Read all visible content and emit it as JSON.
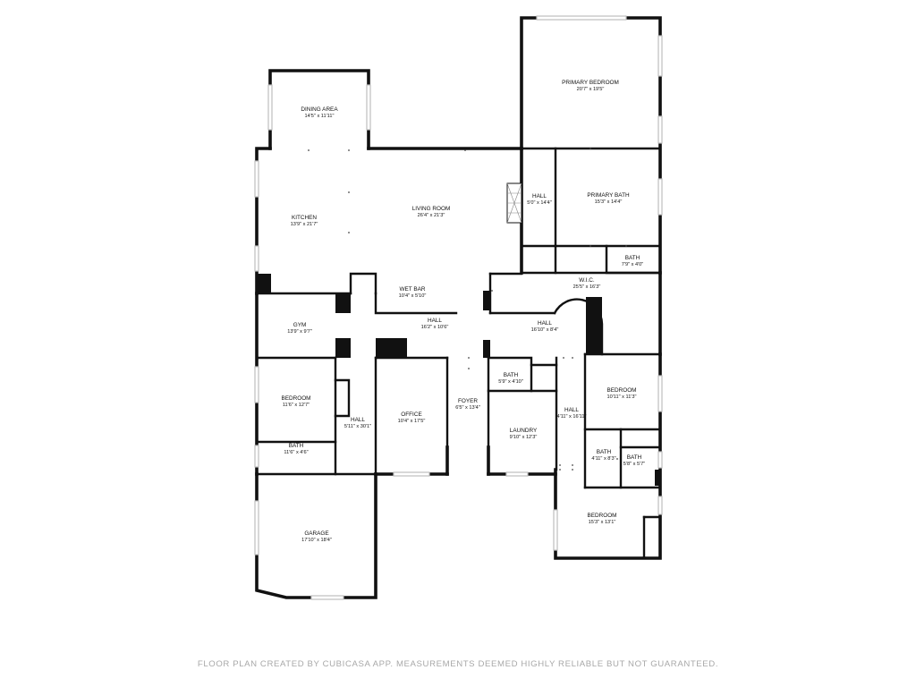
{
  "rooms": [
    {
      "id": "dining",
      "name": "DINING AREA",
      "dims": "14'5\" x 11'11\""
    },
    {
      "id": "kitchen",
      "name": "KITCHEN",
      "dims": "13'9\" x 21'7\""
    },
    {
      "id": "living",
      "name": "LIVING ROOM",
      "dims": "26'4\" x 21'3\""
    },
    {
      "id": "primary-bedroom",
      "name": "PRIMARY BEDROOM",
      "dims": "20'7\" x 19'5\""
    },
    {
      "id": "hall-a",
      "name": "HALL",
      "dims": "5'0\" x 14'4\""
    },
    {
      "id": "primary-bath",
      "name": "PRIMARY BATH",
      "dims": "15'3\" x 14'4\""
    },
    {
      "id": "bath-a",
      "name": "BATH",
      "dims": "7'9\" x 4'0\""
    },
    {
      "id": "wic",
      "name": "W.I.C.",
      "dims": "25'5\" x 16'3\""
    },
    {
      "id": "wet-bar",
      "name": "WET BAR",
      "dims": "10'4\" x 5'10\""
    },
    {
      "id": "gym",
      "name": "GYM",
      "dims": "13'9\" x 9'7\""
    },
    {
      "id": "hall-b",
      "name": "HALL",
      "dims": "16'2\" x 10'6\""
    },
    {
      "id": "hall-c",
      "name": "HALL",
      "dims": "16'10\" x 8'4\""
    },
    {
      "id": "bedroom-a",
      "name": "BEDROOM",
      "dims": "11'6\" x 12'7\""
    },
    {
      "id": "hall-d",
      "name": "HALL",
      "dims": "5'11\" x 30'1\""
    },
    {
      "id": "office",
      "name": "OFFICE",
      "dims": "10'4\" x 17'5\""
    },
    {
      "id": "foyer",
      "name": "FOYER",
      "dims": "6'5\" x 13'4\""
    },
    {
      "id": "bath-b",
      "name": "BATH",
      "dims": "5'9\" x 4'10\""
    },
    {
      "id": "laundry",
      "name": "LAUNDRY",
      "dims": "9'10\" x 12'3\""
    },
    {
      "id": "hall-e",
      "name": "HALL",
      "dims": "4'11\" x 16'11\""
    },
    {
      "id": "bedroom-b",
      "name": "BEDROOM",
      "dims": "10'11\" x 11'3\""
    },
    {
      "id": "bath-c",
      "name": "BATH",
      "dims": "11'6\" x 4'6\""
    },
    {
      "id": "bath-d",
      "name": "BATH",
      "dims": "4'11\" x 8'3\""
    },
    {
      "id": "bath-e",
      "name": "BATH",
      "dims": "5'8\" x 5'7\""
    },
    {
      "id": "garage",
      "name": "GARAGE",
      "dims": "17'10\" x 18'4\""
    },
    {
      "id": "bedroom-c",
      "name": "BEDROOM",
      "dims": "15'3\" x 13'1\""
    }
  ],
  "footer": {
    "disclaimer": "FLOOR PLAN CREATED BY CUBICASA APP. MEASUREMENTS DEEMED HIGHLY RELIABLE BUT NOT GUARANTEED."
  }
}
